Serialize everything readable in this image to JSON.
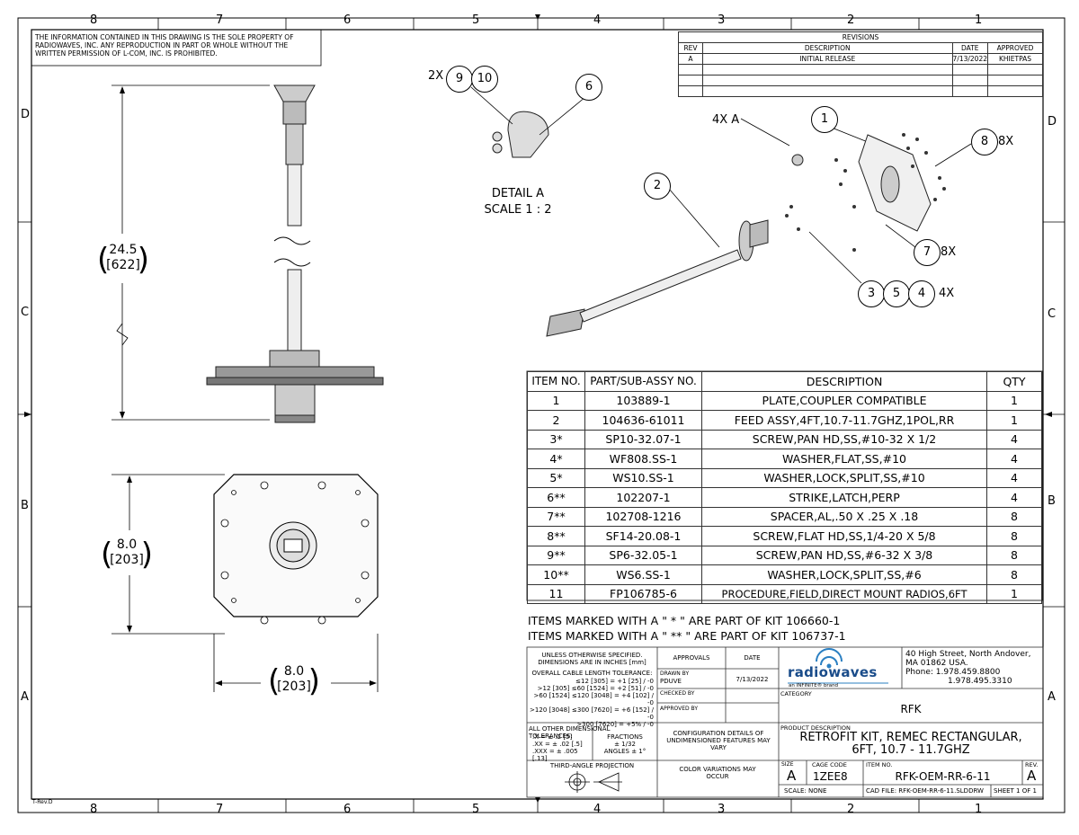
{
  "zones_top": [
    "8",
    "7",
    "6",
    "5",
    "4",
    "3",
    "2",
    "1"
  ],
  "zones_side": [
    "D",
    "C",
    "B",
    "A"
  ],
  "notice": "THE INFORMATION CONTAINED IN THIS DRAWING IS THE SOLE PROPERTY OF RADIOWAVES, INC. ANY REPRODUCTION IN PART OR WHOLE WITHOUT THE WRITTEN PERMISSION OF L-COM, INC. IS PROHIBITED.",
  "revisions": {
    "title": "REVISIONS",
    "headers": [
      "REV",
      "DESCRIPTION",
      "DATE",
      "APPROVED"
    ],
    "rows": [
      [
        "A",
        "INITIAL RELEASE",
        "7/13/2022",
        "KHIETPAS"
      ]
    ]
  },
  "dims": {
    "height": "24.5",
    "height_mm": "[622]",
    "side": "8.0",
    "side_mm": "[203]",
    "bottom": "8.0",
    "bottom_mm": "[203]"
  },
  "detail": {
    "title": "DETAIL A",
    "scale": "SCALE 1 : 2",
    "qty_left": "2X",
    "qty_4xa": "4X A"
  },
  "balloons": {
    "b9": "9",
    "b10": "10",
    "b6": "6",
    "b1": "1",
    "b2": "2",
    "b8": "8",
    "b8x": "8X",
    "b7": "7",
    "b7x": "8X",
    "b3": "3",
    "b5": "5",
    "b4": "4",
    "b4x": "4X"
  },
  "bom": {
    "headers": [
      "ITEM NO.",
      "PART/SUB-ASSY NO.",
      "DESCRIPTION",
      "QTY"
    ],
    "rows": [
      [
        "1",
        "103889-1",
        "PLATE,COUPLER COMPATIBLE",
        "1"
      ],
      [
        "2",
        "104636-61011",
        "FEED ASSY,4FT,10.7-11.7GHZ,1POL,RR",
        "1"
      ],
      [
        "3*",
        "SP10-32.07-1",
        "SCREW,PAN HD,SS,#10-32 X 1/2",
        "4"
      ],
      [
        "4*",
        "WF808.SS-1",
        "WASHER,FLAT,SS,#10",
        "4"
      ],
      [
        "5*",
        "WS10.SS-1",
        "WASHER,LOCK,SPLIT,SS,#10",
        "4"
      ],
      [
        "6**",
        "102207-1",
        "STRIKE,LATCH,PERP",
        "4"
      ],
      [
        "7**",
        "102708-1216",
        "SPACER,AL,.50 X .25 X .18",
        "8"
      ],
      [
        "8**",
        "SF14-20.08-1",
        "SCREW,FLAT HD,SS,1/4-20 X 5/8",
        "8"
      ],
      [
        "9**",
        "SP6-32.05-1",
        "SCREW,PAN HD,SS,#6-32 X 3/8",
        "8"
      ],
      [
        "10**",
        "WS6.SS-1",
        "WASHER,LOCK,SPLIT,SS,#6",
        "8"
      ],
      [
        "11",
        "FP106785-6",
        "PROCEDURE,FIELD,DIRECT MOUNT RADIOS,6FT",
        "1"
      ]
    ]
  },
  "kit_notes": [
    "ITEMS MARKED WITH A \" * \" ARE PART OF KIT 106660-1",
    "ITEMS MARKED WITH A \" ** \" ARE PART OF KIT 106737-1"
  ],
  "title_block": {
    "unless": "UNLESS OTHERWISE SPECIFIED. DIMENSIONS ARE IN INCHES [mm]",
    "overall_tol": "OVERALL CABLE LENGTH TOLERANCE:",
    "tol_lines": [
      "≤12 [305] = +1 [25] / -0",
      ">12 [305] ≤60 [1524] = +2 [51] / -0",
      ">60 [1524] ≤120 [3048] = +4 [102] / -0",
      ">120 [3048] ≤300 [7620] = +6 [152] / -0",
      ">300 [7620] = +5% / -0"
    ],
    "other_tol": "ALL OTHER DIMENSIONAL TOLERANCES:",
    "dec_lines": [
      ".X = ± .2 [5]",
      ".XX = ± .02 [.5]",
      ".XXX = ± .005 [.13]"
    ],
    "fractions": "FRACTIONS",
    "fractions_val": "± 1/32",
    "angles": "ANGLES ± 1°",
    "projection": "THIRD-ANGLE PROJECTION",
    "approvals": "APPROVALS",
    "date": "DATE",
    "drawn_by": "DRAWN BY",
    "drawn_name": "PDUVE",
    "drawn_date": "7/13/2022",
    "checked_by": "CHECKED BY",
    "approved_by": "APPROVED BY",
    "config": "CONFIGURATION DETAILS OF UNDIMENSIONED FEATURES MAY VARY",
    "color": "COLOR VARIATIONS MAY OCCUR",
    "logo": "radiowaves",
    "logo_sub": "an INFINITE® brand",
    "address": [
      "40 High Street, North Andover,",
      "MA 01862 USA.",
      "Phone: 1.978.459.8800",
      "1.978.495.3310"
    ],
    "category_label": "CATEGORY",
    "category": "RFK",
    "product_label": "PRODUCT DESCRIPTION",
    "product": [
      "RETROFIT KIT, REMEC RECTANGULAR,",
      "6FT, 10.7 - 11.7GHZ"
    ],
    "size_label": "SIZE",
    "size": "A",
    "cage_label": "CAGE CODE",
    "cage": "1ZEE8",
    "item_label": "ITEM NO.",
    "item": "RFK-OEM-RR-6-11",
    "rev_label": "REV.",
    "rev": "A",
    "scale": "SCALE: NONE",
    "cad": "CAD FILE: RFK-OEM-RR-6-11.SLDDRW",
    "sheet": "SHEET 1 OF 1"
  },
  "form_rev": "T-Rev.D"
}
